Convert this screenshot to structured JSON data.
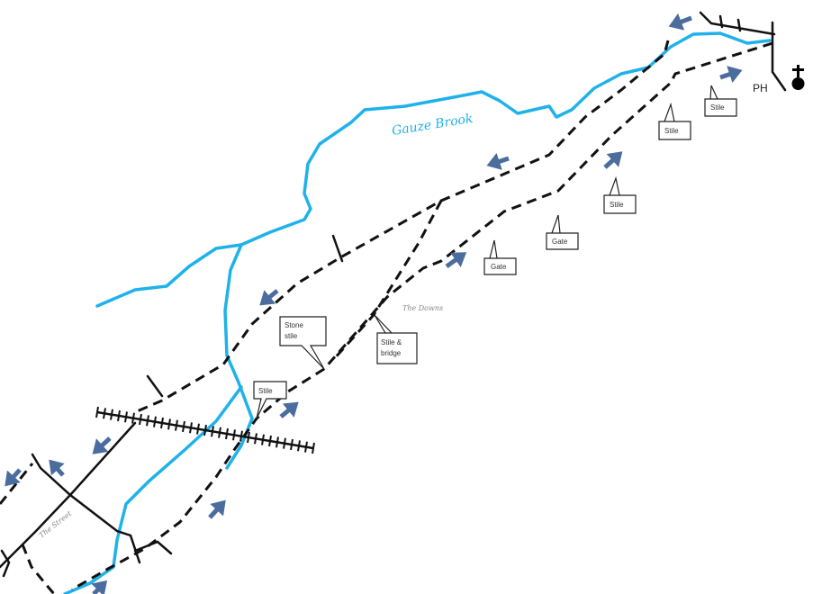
{
  "map": {
    "labels": {
      "brook": "Gauze Brook",
      "downs": "The Downs",
      "street": "The Street",
      "pub": "PH"
    },
    "callouts": {
      "stone_stile": [
        "Stone",
        "stile"
      ],
      "stile_bridge": [
        "Stile &",
        "bridge"
      ],
      "stile_rail": "Stile",
      "gate_1": "Gate",
      "gate_2": "Gate",
      "stile_1": "Stile",
      "stile_2": "Stile",
      "stile_3": "Stile"
    },
    "icons": [
      "church-icon",
      "direction-arrow-icon"
    ],
    "colors": {
      "river": "#1fb2ea",
      "arrow": "#4a6d9e",
      "path": "#111111"
    }
  }
}
